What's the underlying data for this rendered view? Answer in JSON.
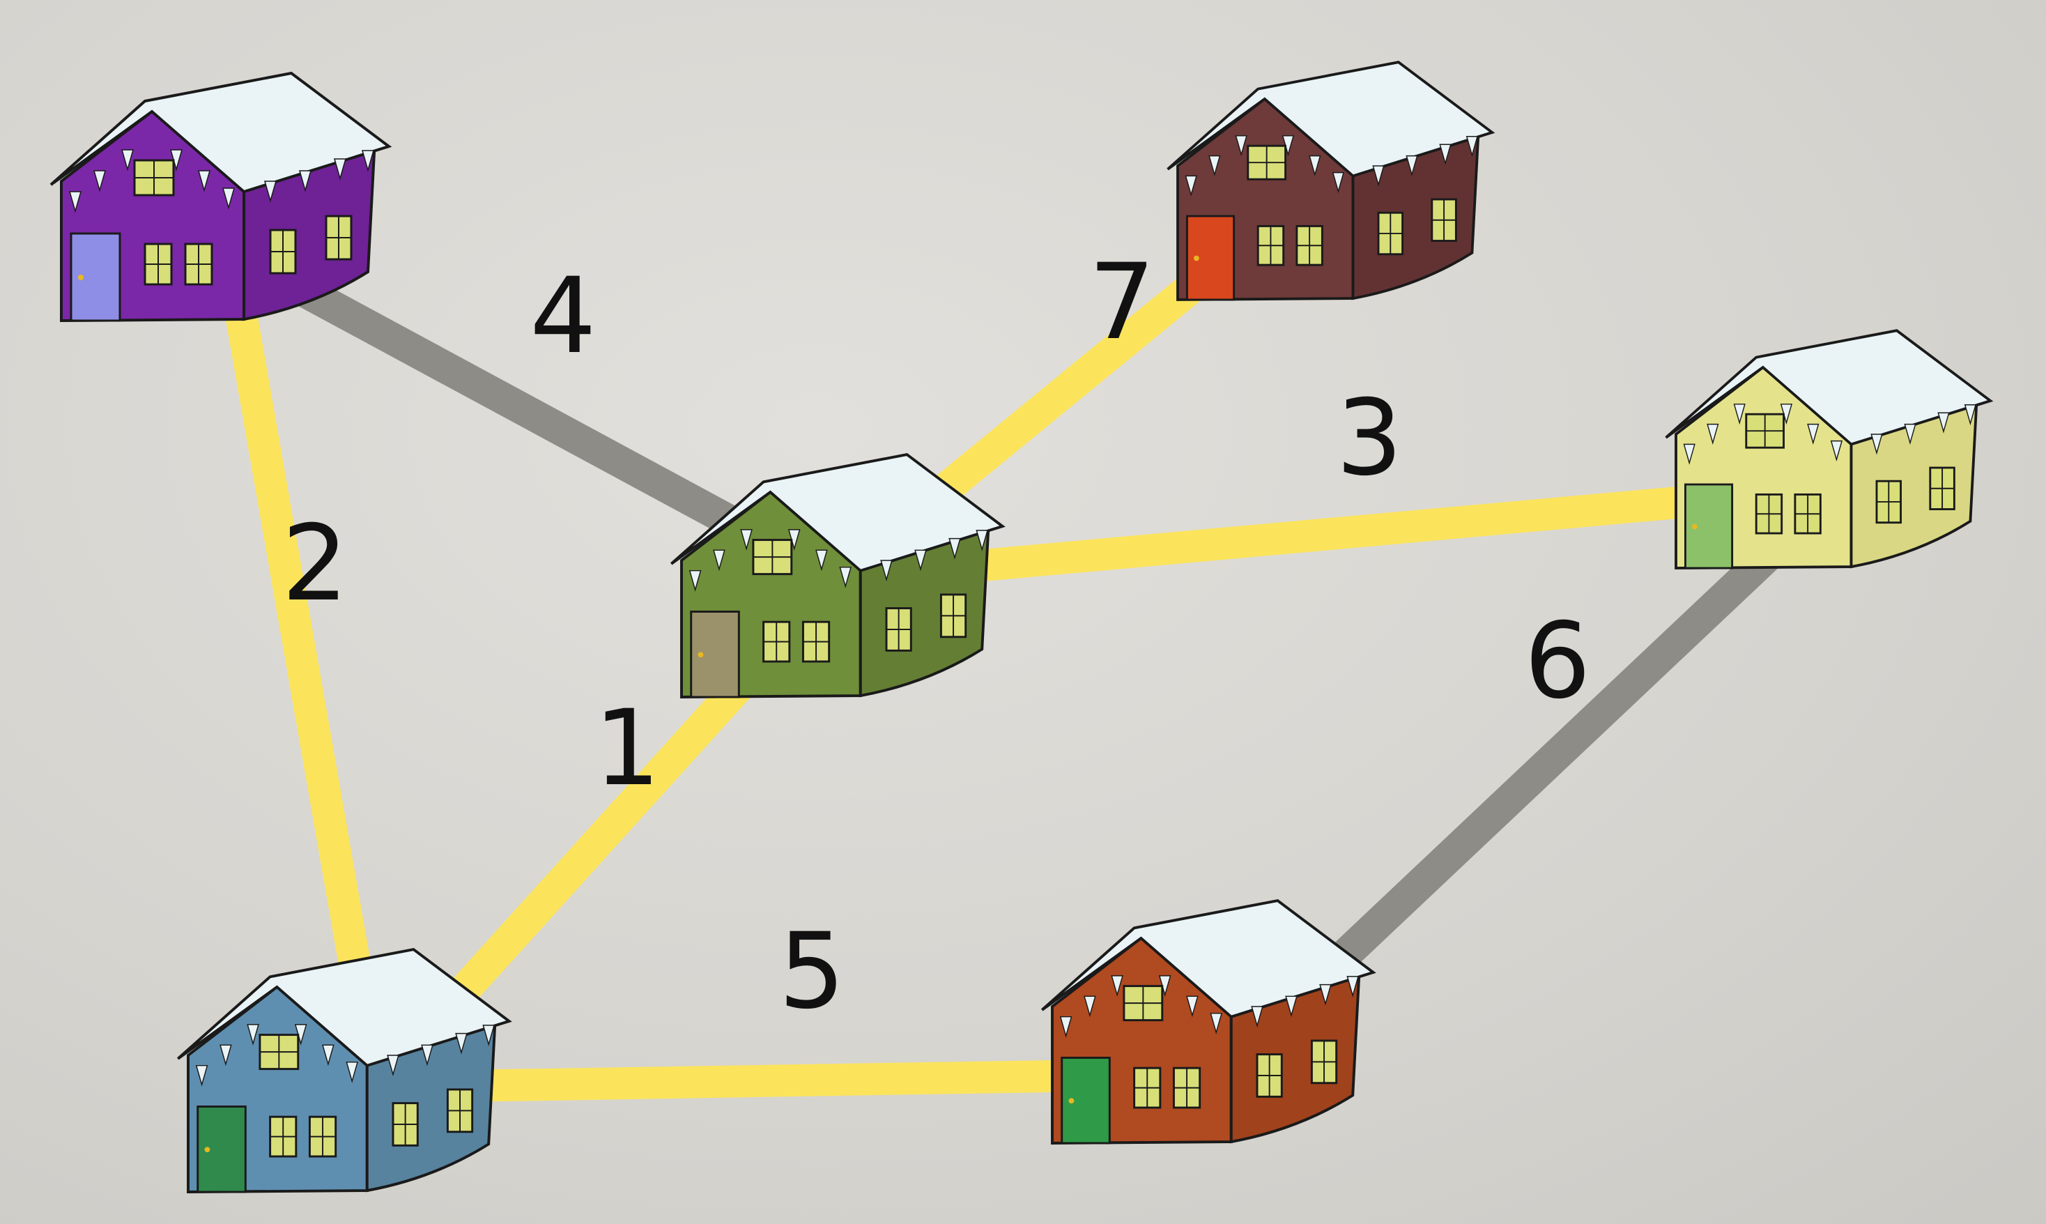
{
  "graph": {
    "nodes": [
      {
        "id": "purple",
        "wall": "#7b28a8",
        "side": "#6e2296",
        "door": "#8f8ee6"
      },
      {
        "id": "maroon",
        "wall": "#6e3a3a",
        "side": "#623232",
        "door": "#d9471f"
      },
      {
        "id": "green",
        "wall": "#6f8f3a",
        "side": "#647f34",
        "door": "#9b916a"
      },
      {
        "id": "yellow",
        "wall": "#e4e38c",
        "side": "#d9d783",
        "door": "#8cc16a"
      },
      {
        "id": "blue",
        "wall": "#5f8fb0",
        "side": "#57839f",
        "door": "#2f8a4c"
      },
      {
        "id": "orange",
        "wall": "#b04a20",
        "side": "#a0421c",
        "door": "#2f9a48"
      }
    ],
    "edges": [
      {
        "from": "green",
        "to": "blue",
        "weight": "1",
        "selected": true
      },
      {
        "from": "purple",
        "to": "blue",
        "weight": "2",
        "selected": true
      },
      {
        "from": "green",
        "to": "yellow",
        "weight": "3",
        "selected": true
      },
      {
        "from": "purple",
        "to": "green",
        "weight": "4",
        "selected": false
      },
      {
        "from": "blue",
        "to": "orange",
        "weight": "5",
        "selected": true
      },
      {
        "from": "yellow",
        "to": "orange",
        "weight": "6",
        "selected": false
      },
      {
        "from": "green",
        "to": "maroon",
        "weight": "7",
        "selected": true
      }
    ],
    "colors": {
      "selected_edge": "#fbe45c",
      "unselected_edge": "#8e8c86",
      "roof": "#eaf4f7",
      "window": "#d8df78",
      "outline": "#1a1a1a"
    }
  }
}
